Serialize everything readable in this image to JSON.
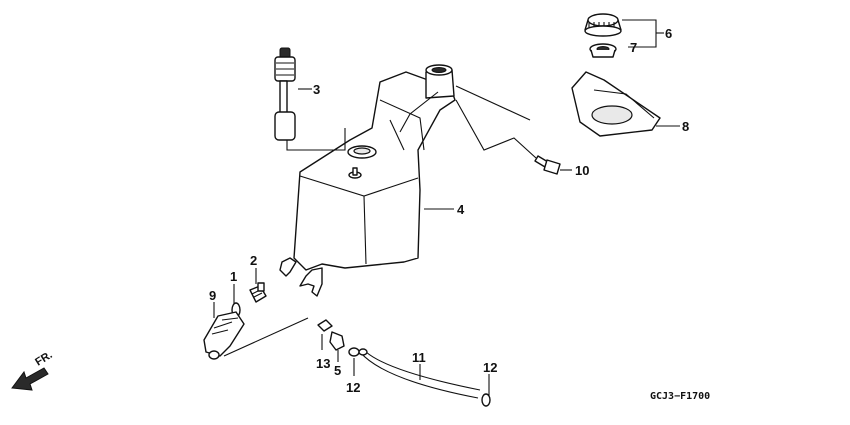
{
  "diagram": {
    "callouts": [
      "6",
      "7",
      "3",
      "8",
      "10",
      "4",
      "2",
      "1",
      "9",
      "13",
      "5",
      "12",
      "11",
      "12"
    ],
    "direction_label": "FR.",
    "drawing_code": "GCJ3−F1700"
  }
}
